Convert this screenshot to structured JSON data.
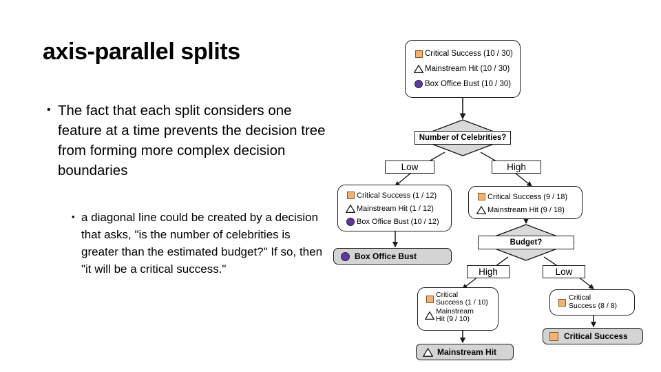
{
  "slide": {
    "title": "axis-parallel splits",
    "bullets": [
      {
        "level": 1,
        "marker": "•",
        "text": "The fact that each split considers one feature at a time prevents the decision tree from forming more complex decision boundaries"
      },
      {
        "level": 2,
        "marker": "•",
        "text": "a diagonal line could be created by a decision that asks, \"is the number of celebrities is greater than the estimated budget?\" If so, then \"it will be a critical success.\""
      }
    ]
  },
  "colors": {
    "critical_success": "#f3b077",
    "critical_success_border": "#8a5a22",
    "box_office_bust": "#5b3a9b",
    "box_office_bust_border": "#2d1b55",
    "mainstream_hit": "#ffffff",
    "node_border": "#1b1b1b",
    "leaf_fill": "#d4d4d4",
    "diamond_fill": "#d9d9d9",
    "page_background": "#ffffff"
  },
  "diagram": {
    "type": "decision-tree",
    "class_labels": [
      "Critical Success",
      "Mainstream Hit",
      "Box Office Bust"
    ],
    "root_node": {
      "rows": [
        {
          "icon": "orange-square-icon",
          "label": "Critical Success (10 / 30)"
        },
        {
          "icon": "white-triangle-icon",
          "label": "Mainstream Hit (10 / 30)"
        },
        {
          "icon": "purple-circle-icon",
          "label": "Box Office Bust (10 / 30)"
        }
      ]
    },
    "split_celebrities": {
      "question": "Number of Celebrities?",
      "branch_left": "Low",
      "branch_right": "High"
    },
    "left_node": {
      "rows": [
        {
          "icon": "orange-square-icon",
          "label": "Critical Success (1 / 12)"
        },
        {
          "icon": "white-triangle-icon",
          "label": "Mainstream Hit (1 / 12)"
        },
        {
          "icon": "purple-circle-icon",
          "label": "Box Office Bust (10 / 12)"
        }
      ]
    },
    "leaf_bust": {
      "icon": "purple-circle-icon",
      "label": "Box Office Bust"
    },
    "right_node": {
      "rows": [
        {
          "icon": "orange-square-icon",
          "label": "Critical Success (9 / 18)"
        },
        {
          "icon": "white-triangle-icon",
          "label": "Mainstream Hit (9 / 18)"
        }
      ]
    },
    "split_budget": {
      "question": "Budget?",
      "branch_left": "High",
      "branch_right": "Low"
    },
    "budget_high_node": {
      "rows": [
        {
          "icon": "orange-square-icon",
          "line1": "Critical",
          "line2": "Success (1 / 10)"
        },
        {
          "icon": "white-triangle-icon",
          "line1": "Mainstream",
          "line2": "Hit (9 / 10)"
        }
      ]
    },
    "budget_low_node": {
      "rows": [
        {
          "icon": "orange-square-icon",
          "line1": "Critical",
          "line2": "Success (8 / 8)"
        }
      ]
    },
    "leaf_mainstream": {
      "icon": "white-triangle-icon",
      "label": "Mainstream Hit"
    },
    "leaf_critical": {
      "icon": "orange-square-icon",
      "label": "Critical Success"
    }
  }
}
